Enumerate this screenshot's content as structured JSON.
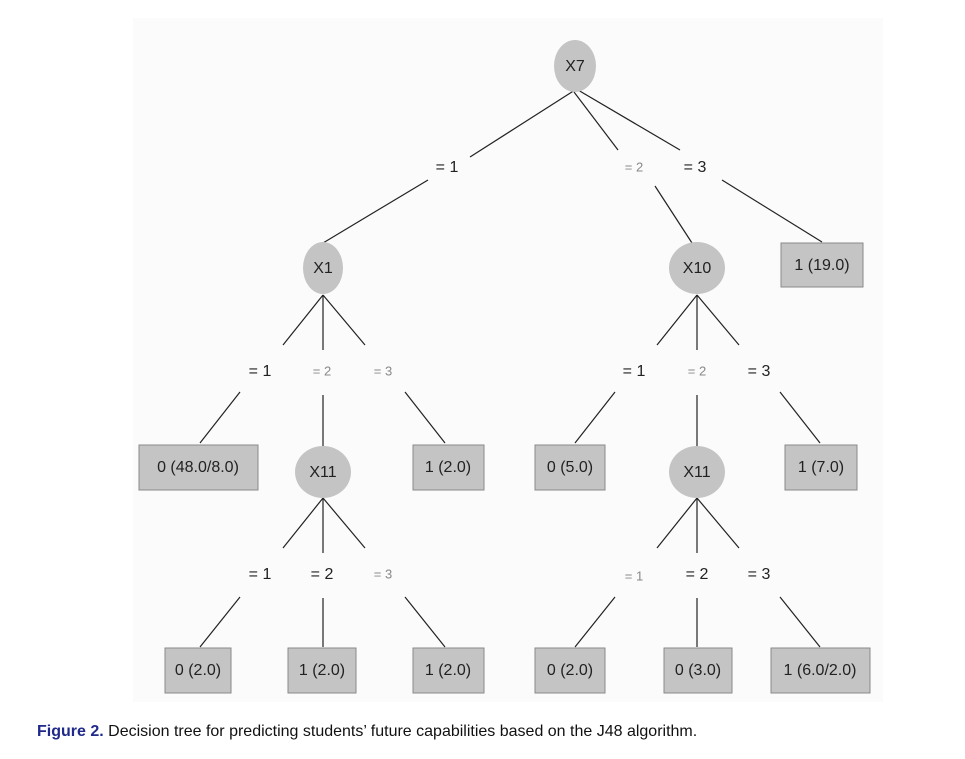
{
  "tree": {
    "root": "X7",
    "x1": "X1",
    "x10": "X10",
    "x11_left": "X11",
    "x11_right": "X11",
    "edges": {
      "root_1": "= 1",
      "root_2": "= 2",
      "root_3": "= 3",
      "x1_1": "= 1",
      "x1_2": "= 2",
      "x1_3": "= 3",
      "x10_1": "= 1",
      "x10_2": "= 2",
      "x10_3": "= 3",
      "x11l_1": "= 1",
      "x11l_2": "= 2",
      "x11l_3": "= 3",
      "x11r_1": "= 1",
      "x11r_2": "= 2",
      "x11r_3": "= 3"
    },
    "leaves": {
      "root_3": "1 (19.0)",
      "x1_1": "0 (48.0/8.0)",
      "x1_3": "1 (2.0)",
      "x10_1": "0 (5.0)",
      "x10_3": "1 (7.0)",
      "x11l_1": "0 (2.0)",
      "x11l_2": "1 (2.0)",
      "x11l_3": "1 (2.0)",
      "x11r_1": "0 (2.0)",
      "x11r_2": "0 (3.0)",
      "x11r_3": "1 (6.0/2.0)"
    }
  },
  "caption": {
    "label": "Figure 2.",
    "text": " Decision tree for predicting students’ future capabilities based on the J48 algorithm."
  }
}
